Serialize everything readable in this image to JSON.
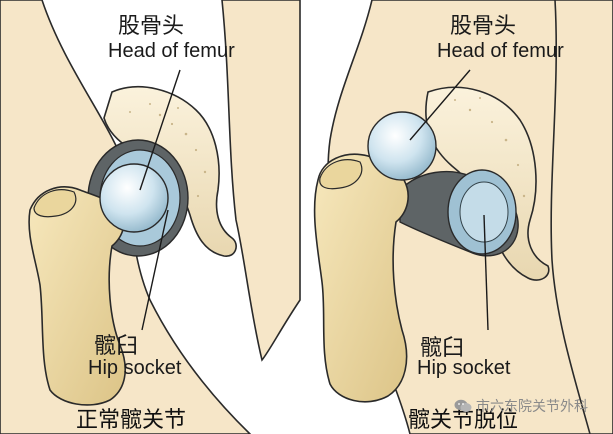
{
  "left_panel": {
    "head_cn": "股骨头",
    "head_en": "Head of femur",
    "socket_cn": "髋臼",
    "socket_en": "Hip socket",
    "caption": "正常髋关节"
  },
  "right_panel": {
    "head_cn": "股骨头",
    "head_en": "Head of femur",
    "socket_cn": "髋臼",
    "socket_en": "Hip socket",
    "caption": "髋关节脱位"
  },
  "watermark": {
    "text": "市六东院关节外科",
    "icon": "wechat-icon"
  },
  "colors": {
    "skin": "#f6e6c8",
    "bone": "#f0deab",
    "bone_shade": "#d9c184",
    "cartilage": "#bcd9e8",
    "capsule": "#5e6466",
    "ligament": "#7a8286",
    "outline": "#2a2a2a"
  }
}
